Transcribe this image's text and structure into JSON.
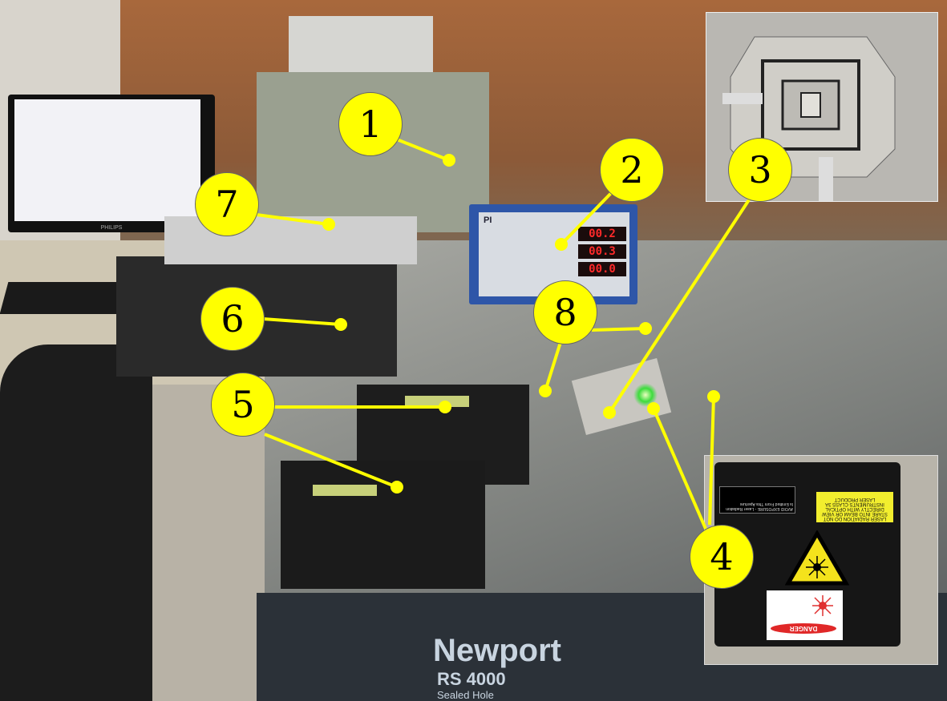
{
  "callouts": [
    "1",
    "2",
    "3",
    "4",
    "5",
    "6",
    "7",
    "8"
  ],
  "monitor": {
    "brand": "PHILIPS"
  },
  "piezo_controller": {
    "brand": "PI",
    "displays": [
      "00.2",
      "00.3",
      "00.0"
    ]
  },
  "table": {
    "brand": "Newport",
    "model": "RS 4000",
    "subtitle": "Sealed Hole"
  },
  "laser_labels": {
    "aperture_label": "AVOID EXPOSURE - Laser Radiation Is Emitted From This Aperture",
    "warning_label": "LASER RADIATION DO NOT STARE INTO BEAM OR VIEW DIRECTLY WITH OPTICAL INSTRUMENTS CLASS 3A LASER PRODUCT",
    "danger": "DANGER"
  },
  "colors": {
    "callout": "#ffff00",
    "display": "#ff2a2a"
  }
}
